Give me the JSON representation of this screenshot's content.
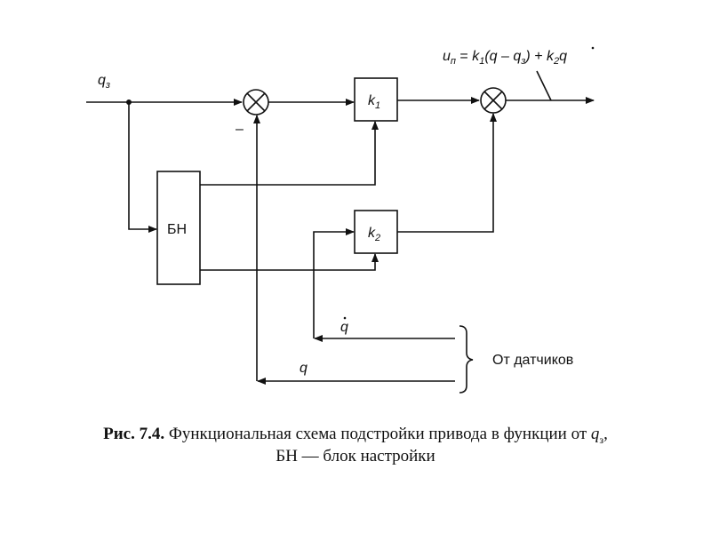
{
  "diagram": {
    "input_label": "q",
    "input_sub": "з",
    "minus_sign": "–",
    "block_k1": {
      "name": "k",
      "sub": "1"
    },
    "block_k2": {
      "name": "k",
      "sub": "2"
    },
    "block_bn": "БН",
    "output_formula": {
      "lhs": "u",
      "lhs_sub": "п",
      "eq": " = ",
      "k1": "k",
      "k1_sub": "1",
      "mid": "(q – q",
      "q3_sub": "з",
      "mid2": ") + ",
      "k2": "k",
      "k2_sub": "2",
      "qdot": "q"
    },
    "feedback_qdot": "q",
    "feedback_q": "q",
    "sensors_label": "От датчиков"
  },
  "caption": {
    "prefix": "Рис. 7.4.",
    "line1": " Функциональная схема подстройки привода в функции от ",
    "line1_var": "q",
    "line1_var_sub": "з",
    "line1_end": ",",
    "line2": "БН — блок настройки"
  }
}
